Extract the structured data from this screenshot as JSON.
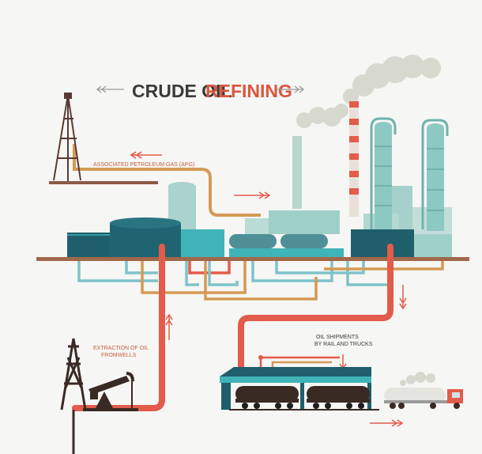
{
  "title": {
    "part1": "CRUDE OIL",
    "part2": "REFINING"
  },
  "labels": {
    "apg": "ASSOCIATED PETROLEUM GAS (APG)",
    "extraction_line1": "EXTRACTION OF OIL",
    "extraction_line2": "FROMWELLS",
    "shipments_line1": "OIL SHIPMENTS",
    "shipments_line2": "BY RAIL AND TRUCKS"
  },
  "colors": {
    "title_dark": "#3a3a3a",
    "title_accent": "#d9573f",
    "ground": "#a0684a",
    "oil_pipe": "#e35b4a",
    "gas_pipe": "#d49a55",
    "water_pipe": "#7ec3c9",
    "tank_dark": "#1f5f6b",
    "tank_light": "#3fb3b8",
    "tower": "#8cc9c3",
    "silhouette": "#3a2a24"
  }
}
